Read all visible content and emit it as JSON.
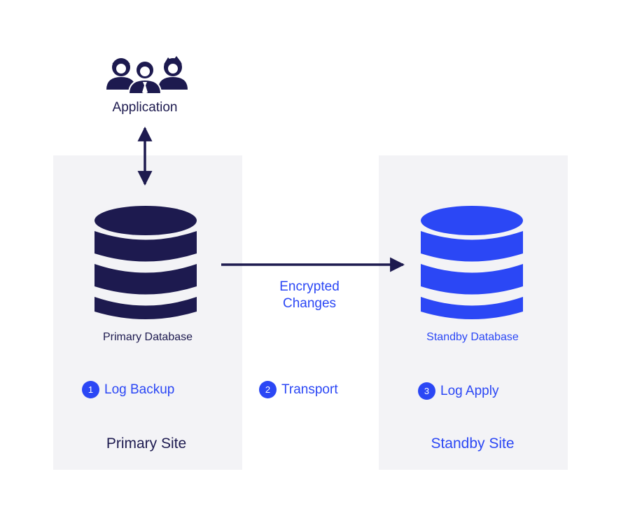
{
  "application": {
    "label": "Application"
  },
  "primary": {
    "database_label": "Primary Database",
    "site_label": "Primary Site",
    "color": "#1d1a4f"
  },
  "standby": {
    "database_label": "Standby Database",
    "site_label": "Standby Site",
    "color": "#2b47f5"
  },
  "transport": {
    "label": "Encrypted Changes"
  },
  "steps": [
    {
      "number": "1",
      "label": "Log Backup"
    },
    {
      "number": "2",
      "label": "Transport"
    },
    {
      "number": "3",
      "label": "Log Apply"
    }
  ],
  "icons": {
    "users": "users-group-icon",
    "database": "database-icon"
  }
}
